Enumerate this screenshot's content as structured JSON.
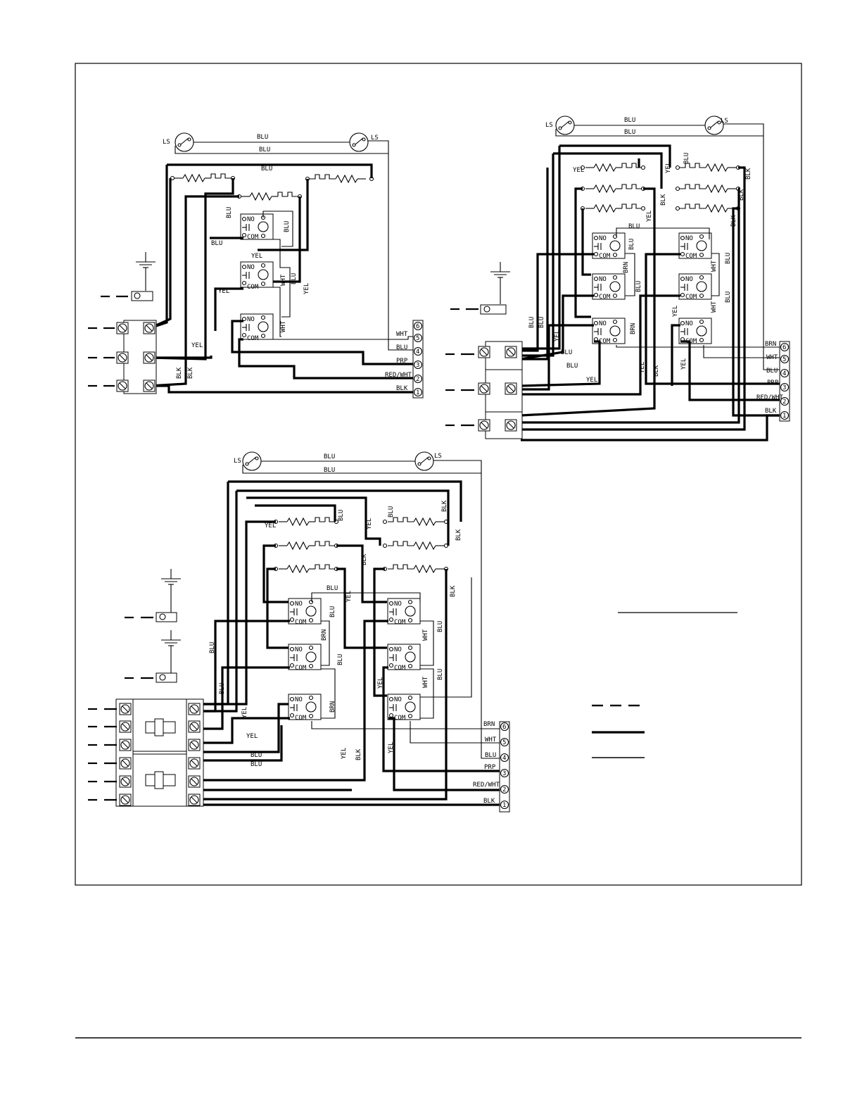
{
  "diagrams": {
    "one": {
      "top_labels": [
        "BLU",
        "BLU",
        "BLU"
      ],
      "ls": "LS",
      "relay": {
        "no": "NO",
        "com": "COM"
      },
      "wire_labels": {
        "blu": "BLU",
        "yel": "YEL",
        "wht": "WHT",
        "blk": "BLK"
      },
      "terminal_strip": [
        {
          "num": "6",
          "label": "WHT"
        },
        {
          "num": "5",
          "label": ""
        },
        {
          "num": "4",
          "label": "BLU"
        },
        {
          "num": "3",
          "label": "PRP"
        },
        {
          "num": "2",
          "label": "RED/WHT"
        },
        {
          "num": "1",
          "label": "BLK"
        }
      ]
    },
    "two": {
      "top_labels": [
        "BLU",
        "BLU"
      ],
      "ls": "LS",
      "relay": {
        "no": "NO",
        "com": "COM"
      },
      "wire_labels": {
        "blu": "BLU",
        "yel": "YEL",
        "wht": "WHT",
        "blk": "BLK",
        "brn": "BRN"
      },
      "terminal_strip": [
        {
          "num": "6",
          "label": "BRN"
        },
        {
          "num": "5",
          "label": "WHT"
        },
        {
          "num": "4",
          "label": "BLU"
        },
        {
          "num": "3",
          "label": "PRP"
        },
        {
          "num": "2",
          "label": "RED/WHT"
        },
        {
          "num": "1",
          "label": "BLK"
        }
      ]
    },
    "three": {
      "top_labels": [
        "BLU",
        "BLU"
      ],
      "ls": "LS",
      "relay": {
        "no": "NO",
        "com": "COM"
      },
      "wire_labels": {
        "blu": "BLU",
        "yel": "YEL",
        "wht": "WHT",
        "blk": "BLK",
        "brn": "BRN"
      },
      "terminal_strip": [
        {
          "num": "6",
          "label": "BRN"
        },
        {
          "num": "5",
          "label": "WHT"
        },
        {
          "num": "4",
          "label": "BLU"
        },
        {
          "num": "3",
          "label": "PRP"
        },
        {
          "num": "2",
          "label": "RED/WHT"
        },
        {
          "num": "1",
          "label": "BLK"
        }
      ]
    }
  }
}
